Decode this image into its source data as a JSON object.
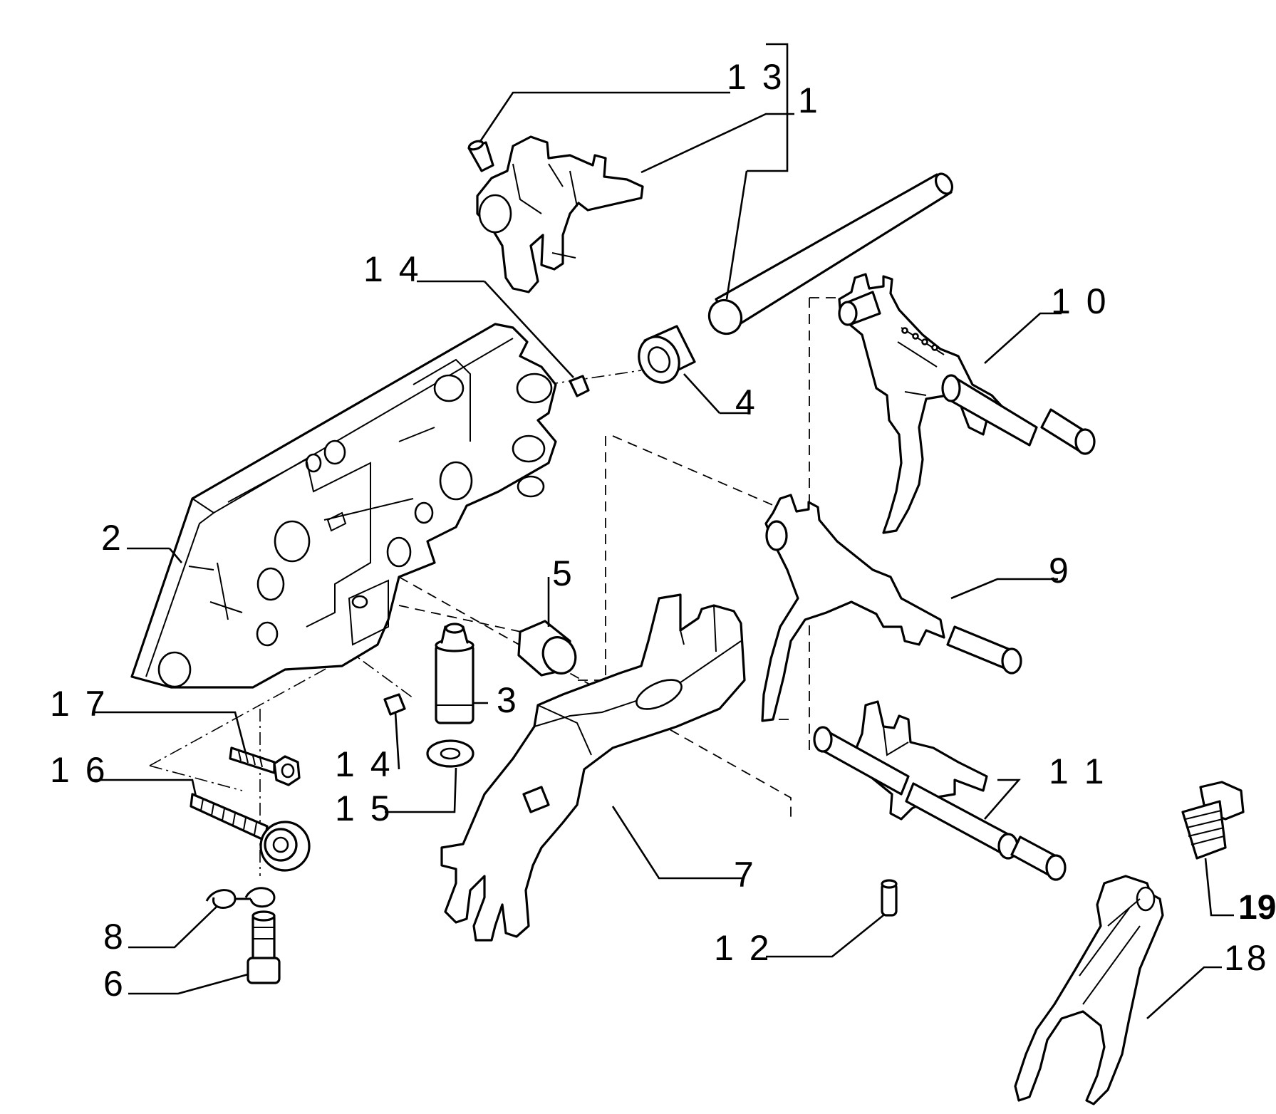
{
  "callouts": [
    {
      "id": "13",
      "text": "1 3"
    },
    {
      "id": "1",
      "text": "1"
    },
    {
      "id": "14a",
      "text": "1 4"
    },
    {
      "id": "10",
      "text": "1 0"
    },
    {
      "id": "4",
      "text": "4"
    },
    {
      "id": "2",
      "text": "2"
    },
    {
      "id": "5",
      "text": "5"
    },
    {
      "id": "9",
      "text": "9"
    },
    {
      "id": "3",
      "text": "3"
    },
    {
      "id": "17",
      "text": "1 7"
    },
    {
      "id": "16",
      "text": "1 6"
    },
    {
      "id": "14b",
      "text": "1 4"
    },
    {
      "id": "15",
      "text": "1 5"
    },
    {
      "id": "11",
      "text": "1 1"
    },
    {
      "id": "7",
      "text": "7"
    },
    {
      "id": "19",
      "text": "19"
    },
    {
      "id": "8",
      "text": "8"
    },
    {
      "id": "12",
      "text": "1 2"
    },
    {
      "id": "18",
      "text": "18"
    },
    {
      "id": "6",
      "text": "6"
    }
  ]
}
